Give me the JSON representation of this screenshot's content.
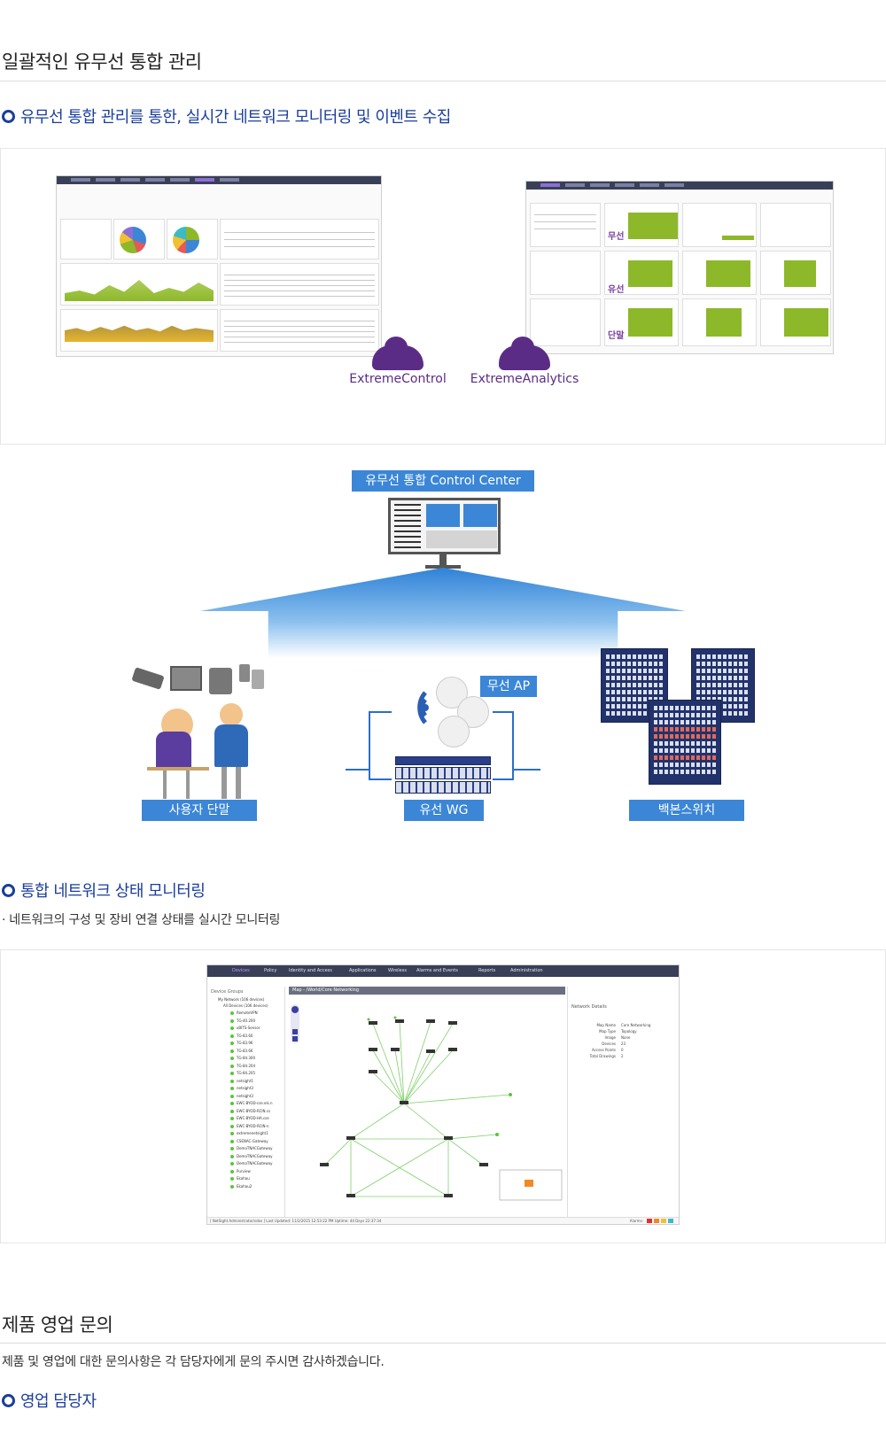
{
  "sections": {
    "management": {
      "title": "일괄적인 유무선 통합 관리",
      "subtitle": "유무선 통합 관리를 통한, 실시간 네트워크 모니터링 및 이벤트 수집",
      "annotations": {
        "wireless": "무선",
        "wired": "유선",
        "terminal": "단말"
      },
      "brands": {
        "control": "ExtremeControl",
        "analytics": "ExtremeAnalytics"
      }
    },
    "diagram": {
      "control_center": "유무선 통합 Control Center",
      "wireless_ap": "무선 AP",
      "user_terminal": "사용자 단말",
      "wired_wg": "유선 WG",
      "backbone_switch": "백본스위치"
    },
    "monitoring": {
      "title": "통합 네트워크 상태 모니터링",
      "description": "· 네트워크의 구성 및 장비 연결 상태를 실시간 모니터링"
    },
    "map_screenshot": {
      "nav_items": [
        "Devices",
        "Policy",
        "Identity and Access",
        "Applications",
        "Wireless",
        "Alarms and Events",
        "Reports",
        "Administration"
      ],
      "map_title": "Map - /World/Core Networking",
      "device_groups_label": "Device Groups",
      "network_label": "My Network (106 devices)",
      "all_devices_label": "All Devices (106 devices)",
      "devices": [
        "RemoteVPN",
        "TG-40.200",
        "xBITS-Sensor",
        "TG-83.60",
        "TG-83.96",
        "TG-83.66",
        "TG-84.300",
        "TG-84.204",
        "TG-84.205",
        "netsight1",
        "netsight3",
        "netsight3",
        "EWC-BYOD-cse.els.n",
        "EWC-BYOD-RCIN.cs",
        "EWC-BYOD-HA.cse",
        "EWC-BYOD-RCIN-n",
        "extremenetsight1",
        "CSENAC-Gateway",
        "DemoTNACGateway",
        "DemoTNACGateway",
        "DemoTNACGateway",
        "Purview",
        "Ekahau",
        "Ekahau2"
      ],
      "details_title": "Network Details",
      "details": [
        {
          "k": "Map Name",
          "v": "Core Networking"
        },
        {
          "k": "Map Type",
          "v": "Topology"
        },
        {
          "k": "Image",
          "v": "None"
        },
        {
          "k": "Devices",
          "v": "23"
        },
        {
          "k": "Access Points",
          "v": "0"
        },
        {
          "k": "Total Drawings",
          "v": "2"
        }
      ],
      "status_bar": "[ NetSight Administrator/sdos ]  Last Updated: 11/2/2015 12:53:22 PM   Uptime: 44 Days 22:37:34",
      "alarms_label": "Alarms:"
    },
    "sales": {
      "title": "제품 영업 문의",
      "description": "제품 및 영업에 대한 문의사항은 각 담당자에게 문의 주시면 감사하겠습니다.",
      "contact_title": "영업 담당자"
    }
  },
  "colors": {
    "heading_blue": "#1a3e9c",
    "tag_blue": "#3b86d6",
    "brand_purple": "#5b2c86",
    "status_green": "#5cc43c"
  }
}
